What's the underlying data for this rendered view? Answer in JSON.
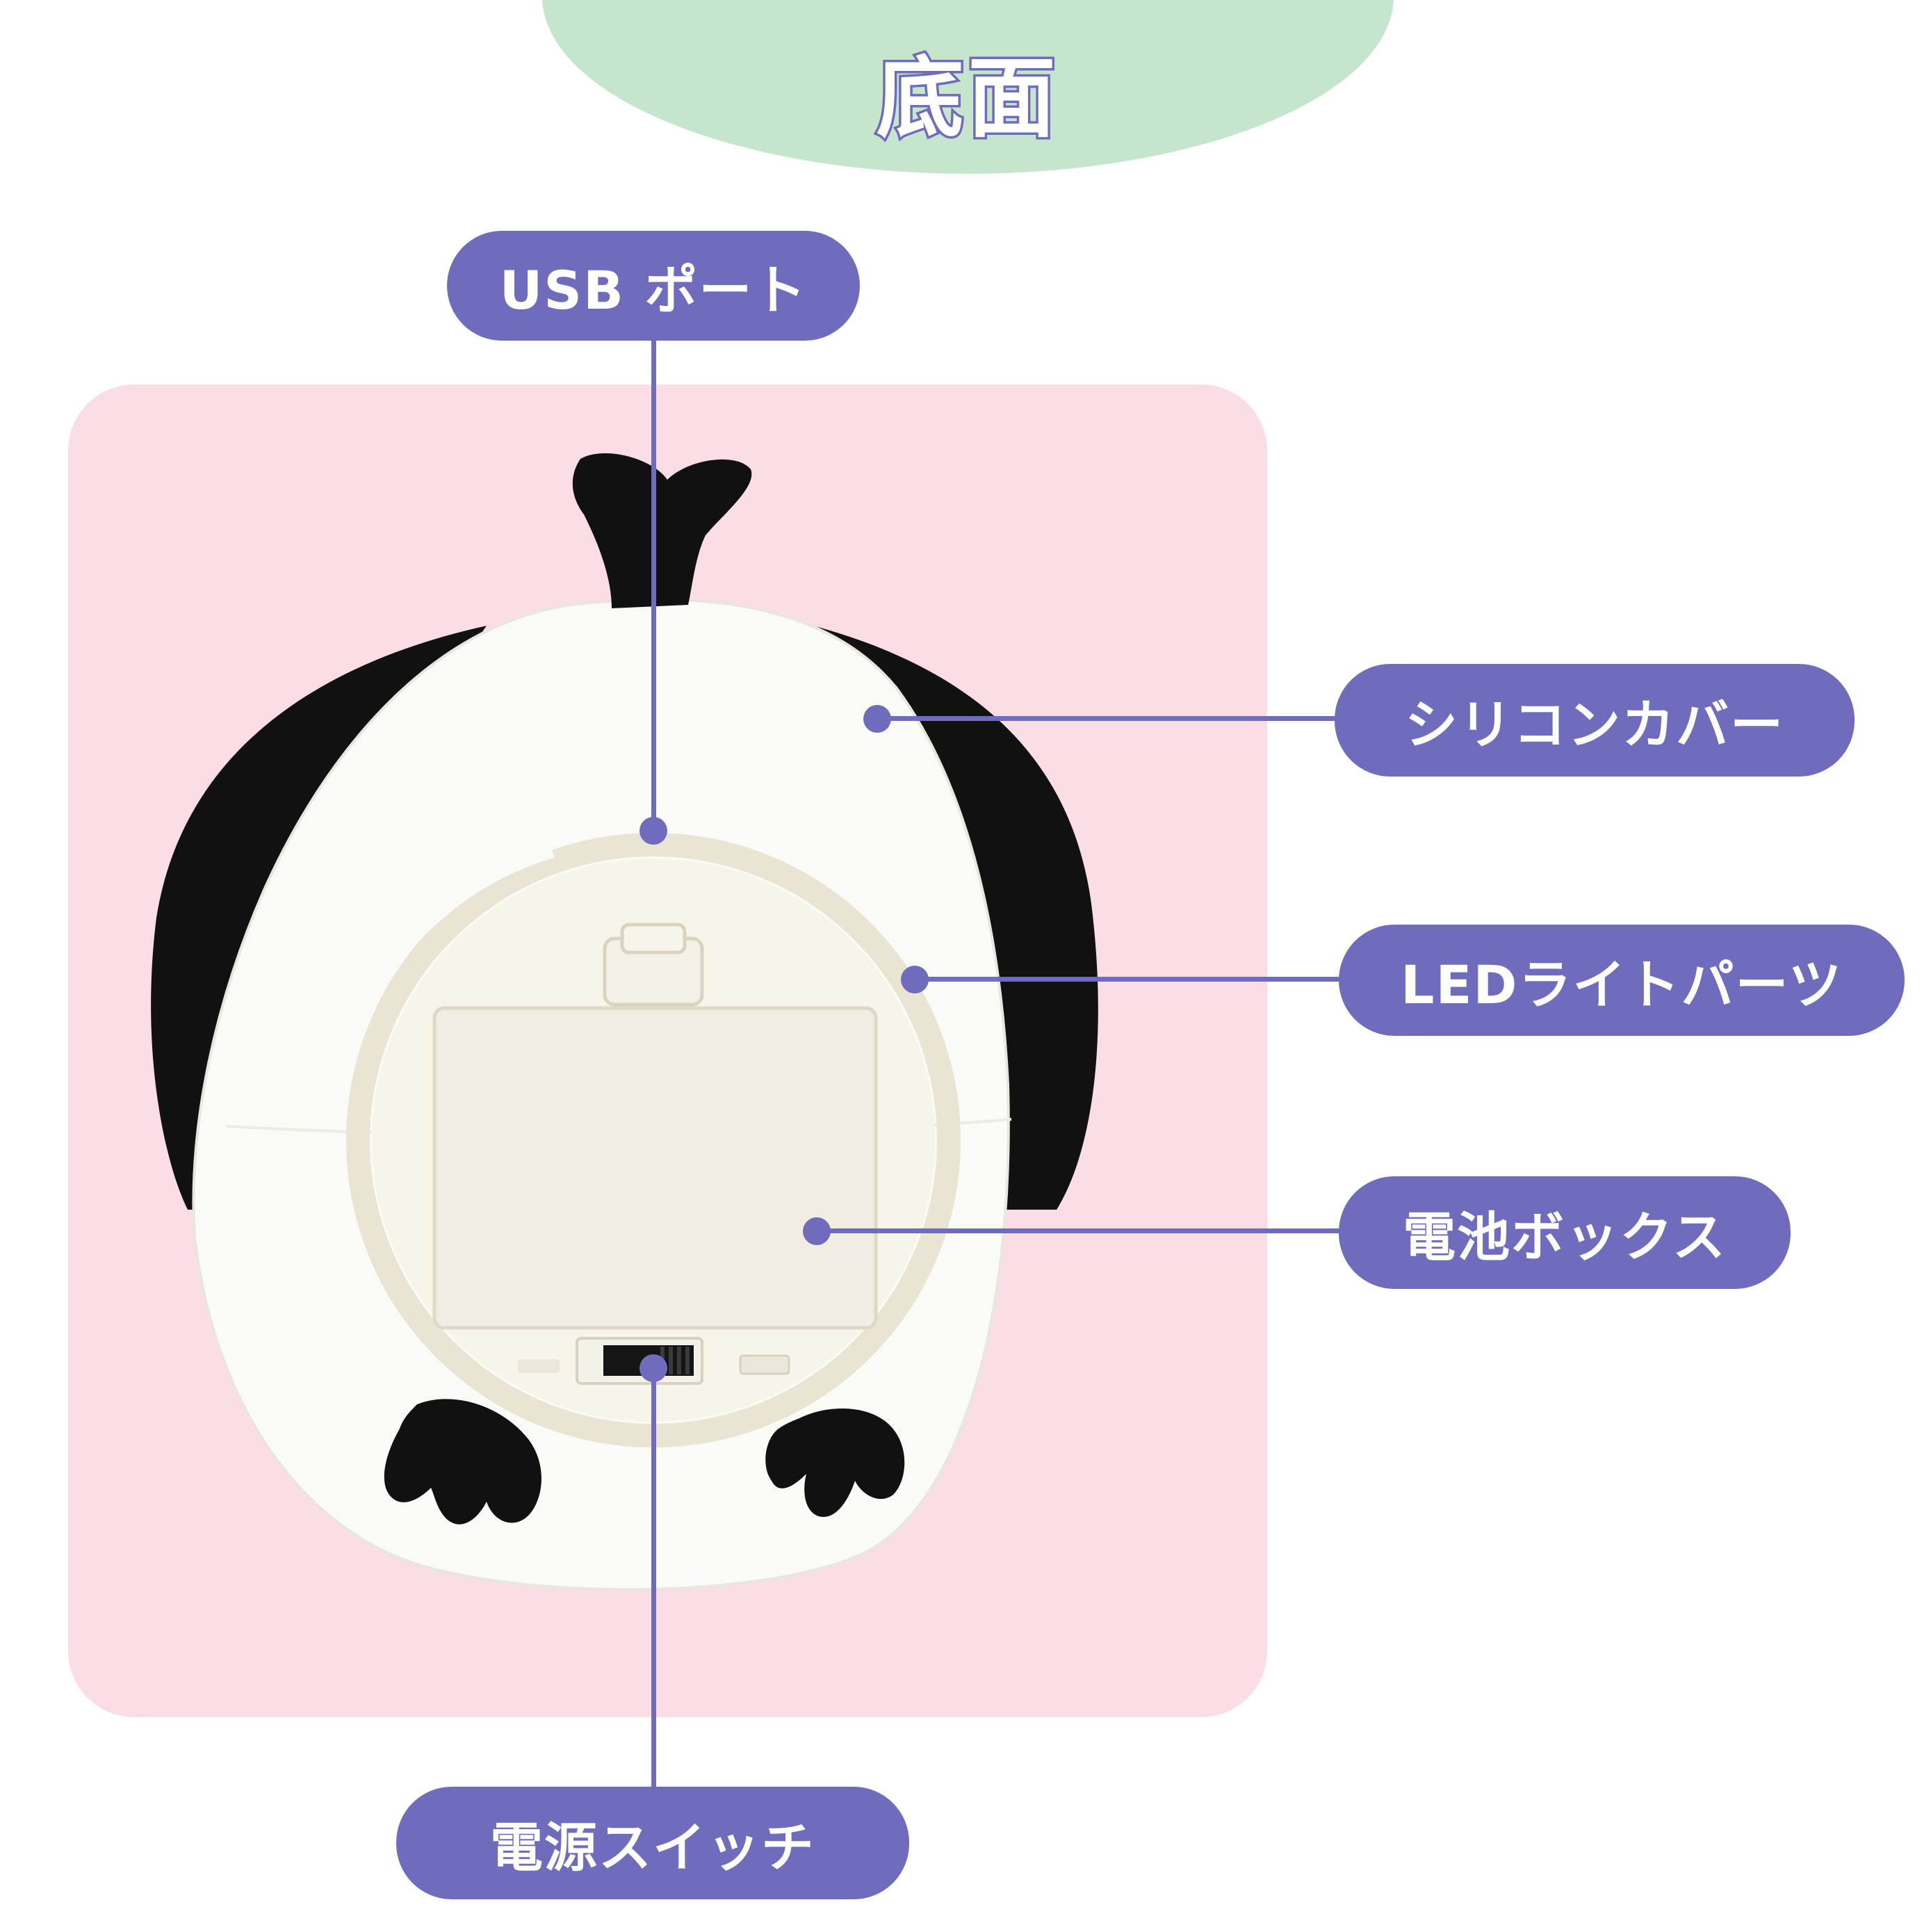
{
  "title": "底面",
  "labels": {
    "usb_port": "USB ポート",
    "silicone_cover": "シリコンカバー",
    "led_light_parts": "LEDライトパーツ",
    "battery_box": "電池ボックス",
    "power_switch": "電源スイッチ"
  },
  "colors": {
    "accent": "#6f6cbe",
    "title_bg": "#c5e6cc",
    "card_bg": "#fbdde6",
    "product_black": "#111111",
    "product_white": "#fafaf7"
  }
}
